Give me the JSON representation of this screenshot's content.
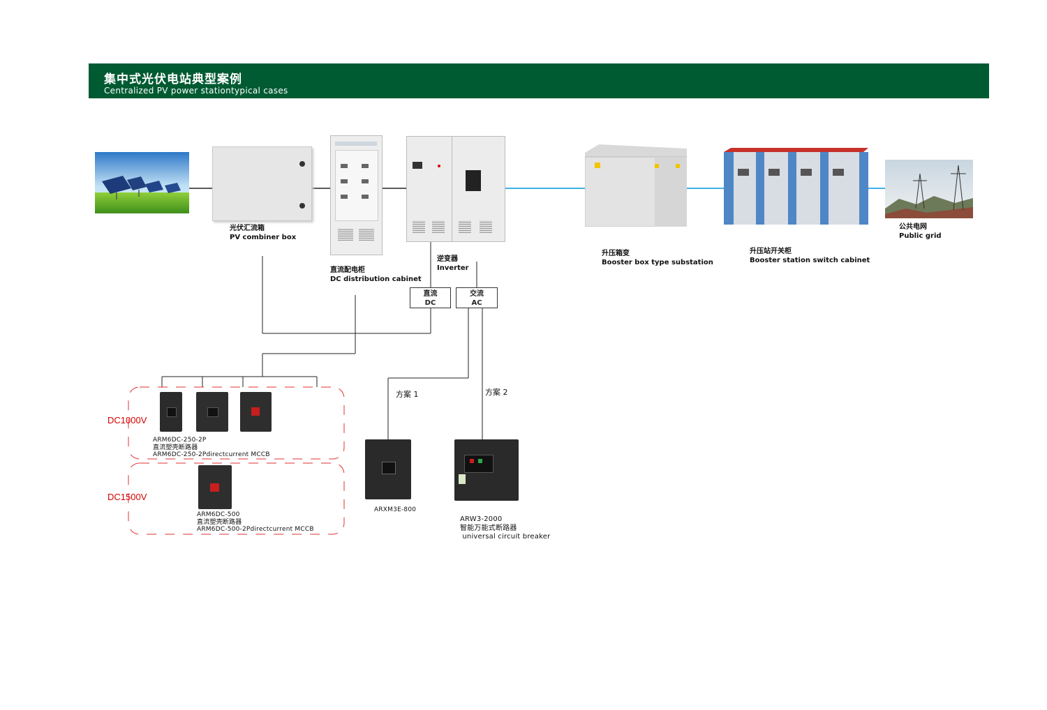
{
  "header": {
    "title_cn": "集中式光伏电站典型案例",
    "title_en": "Centralized PV power stationtypical cases"
  },
  "nodes": {
    "combiner": {
      "cn": "光伏汇流箱",
      "en": "PV combiner box"
    },
    "dc_cabinet": {
      "cn": "直流配电柜",
      "en": "DC distribution cabinet"
    },
    "inverter": {
      "cn": "逆变器",
      "en": "Inverter"
    },
    "booster_box": {
      "cn": "升压箱变",
      "en": "Booster box type substation"
    },
    "switch_cabinet": {
      "cn": "升压站开关柜",
      "en": "Booster station switch cabinet"
    },
    "grid": {
      "cn": "公共电网",
      "en": "Public grid"
    }
  },
  "inverter_outputs": {
    "dc": {
      "cn": "直流",
      "en": "DC"
    },
    "ac": {
      "cn": "交流",
      "en": "AC"
    }
  },
  "plans": {
    "plan1": "方案 1",
    "plan2": "方案 2"
  },
  "voltage_groups": {
    "dc1000": "DC1000V",
    "dc1500": "DC1500V"
  },
  "products": {
    "mccb_250": {
      "model": "ARM6DC-250-2P",
      "cn": "直流塑壳断路器",
      "en": "ARM6DC-250-2Pdirectcurrent MCCB"
    },
    "mccb_500": {
      "model": "ARM6DC-500",
      "cn": "直流塑壳断路器",
      "en": "ARM6DC-500-2Pdirectcurrent MCCB"
    },
    "arxm3e": {
      "model": "ARXM3E-800"
    },
    "arw3": {
      "model": "ARW3-2000",
      "cn": "智能万能式断路器",
      "en": " universal circuit breaker"
    }
  },
  "colors": {
    "header_bg": "#005a32",
    "ac_line": "#3fb2e6",
    "dc_line": "#222222",
    "voltage_label": "#d40000"
  }
}
